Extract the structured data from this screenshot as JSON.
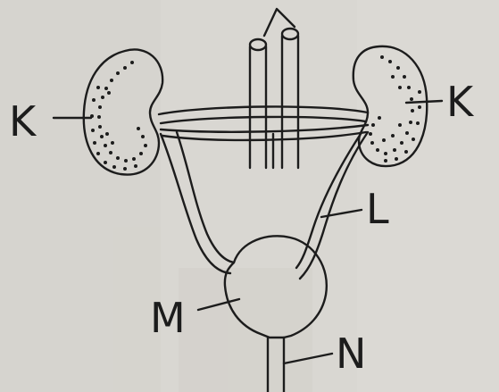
{
  "labels": {
    "k_left": "K",
    "k_right": "K",
    "l": "L",
    "m": "M",
    "n": "N"
  },
  "colors": {
    "paper": "#d9d7d2",
    "ink": "#1c1c1c"
  }
}
